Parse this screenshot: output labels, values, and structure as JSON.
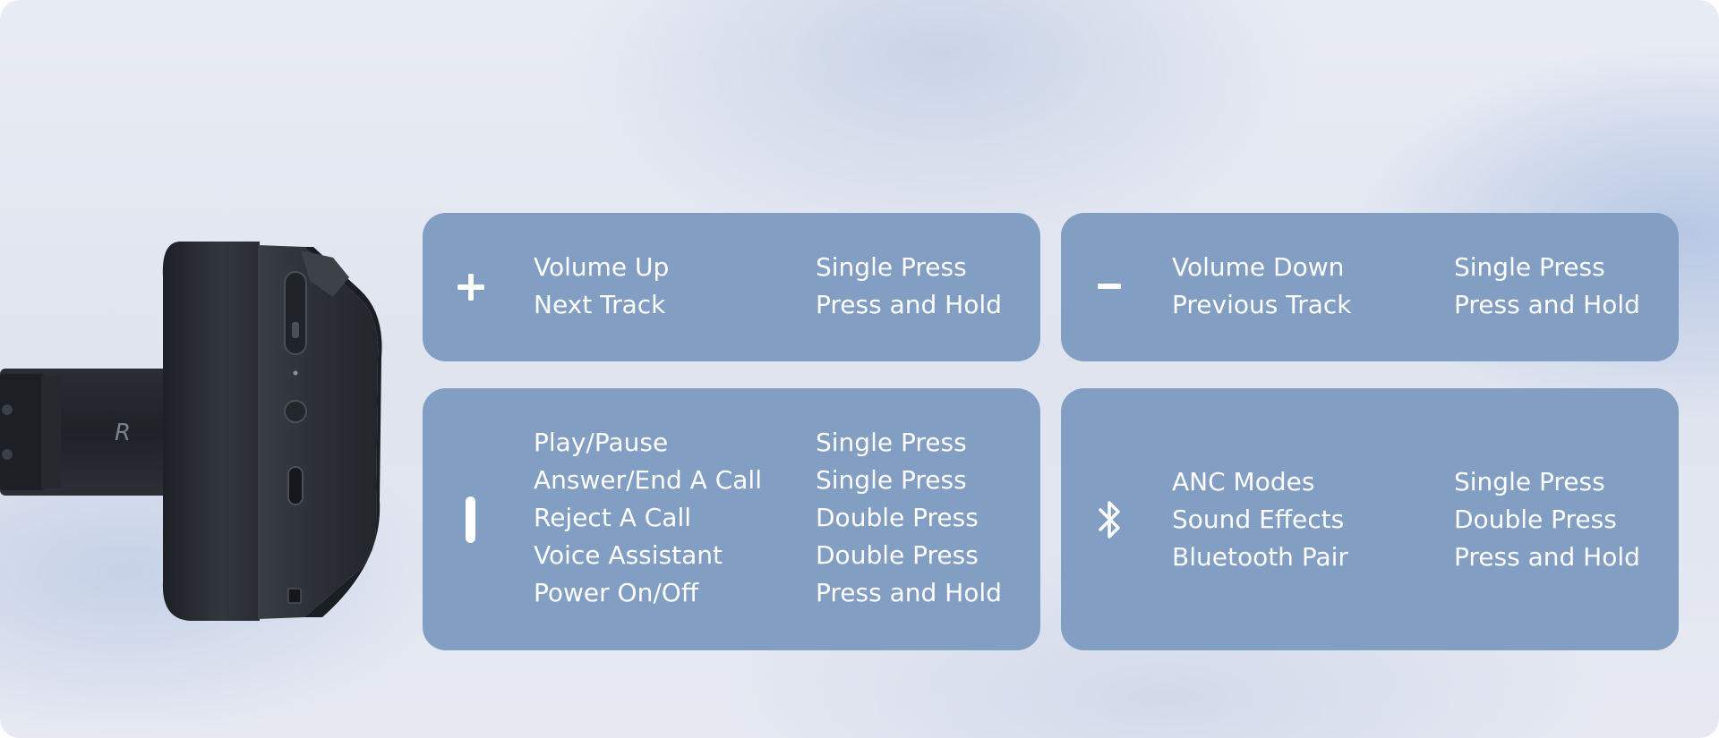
{
  "cards": {
    "volume_up": {
      "icon": "plus-icon",
      "actions": [
        "Volume Up",
        "Next Track"
      ],
      "gestures": [
        "Single Press",
        "Press and Hold"
      ]
    },
    "volume_down": {
      "icon": "minus-icon",
      "actions": [
        "Volume Down",
        "Previous Track"
      ],
      "gestures": [
        "Single Press",
        "Press and Hold"
      ]
    },
    "multi_function": {
      "icon": "vertical-bar-icon",
      "actions": [
        "Play/Pause",
        "Answer/End A Call",
        "Reject A Call",
        "Voice Assistant",
        "Power On/Off"
      ],
      "gestures": [
        "Single Press",
        "Single Press",
        "Double Press",
        "Double Press",
        "Press and Hold"
      ]
    },
    "bluetooth": {
      "icon": "bluetooth-icon",
      "actions": [
        "ANC Modes",
        "Sound Effects",
        "Bluetooth Pair"
      ],
      "gestures": [
        "Single Press",
        "Double Press",
        "Press and Hold"
      ]
    }
  },
  "colors": {
    "card_bg": "#829ec3",
    "text": "#ffffff",
    "earcup": "#2b2f35"
  },
  "image": {
    "icon": "headphone-earcup-side-view"
  }
}
